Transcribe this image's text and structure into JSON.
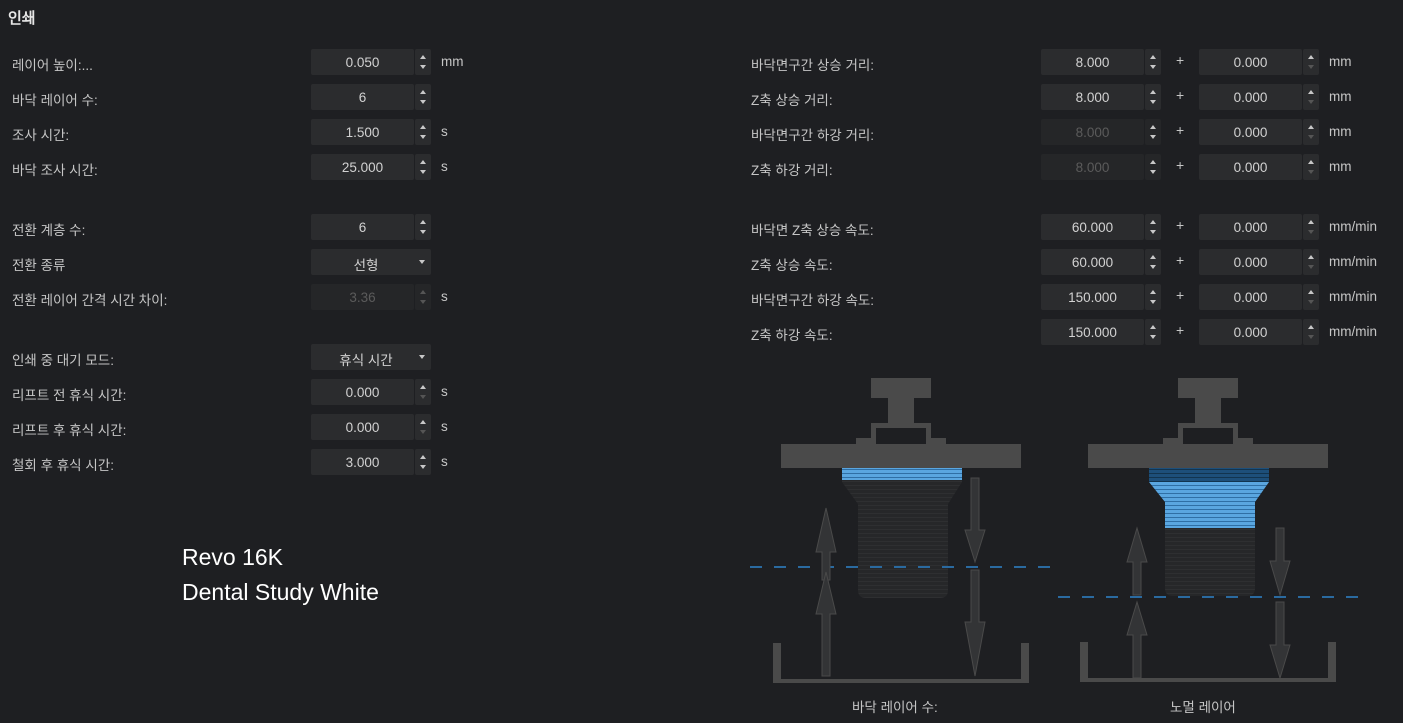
{
  "section": {
    "title": "인쇄"
  },
  "left": {
    "group1": [
      {
        "label": "레이어 높이:...",
        "value": "0.050",
        "unit": "mm",
        "disabled": false,
        "up_enabled": true,
        "down_enabled": true
      },
      {
        "label": "바닥 레이어 수:",
        "value": "6",
        "unit": "",
        "disabled": false,
        "up_enabled": true,
        "down_enabled": true
      },
      {
        "label": "조사 시간:",
        "value": "1.500",
        "unit": "s",
        "disabled": false,
        "up_enabled": true,
        "down_enabled": true
      },
      {
        "label": "바닥 조사 시간:",
        "value": "25.000",
        "unit": "s",
        "disabled": false,
        "up_enabled": true,
        "down_enabled": true
      }
    ],
    "group2": {
      "transition_layers": {
        "label": "전환 계층 수:",
        "value": "6"
      },
      "transition_type": {
        "label": "전환 종류",
        "selected": "선형"
      },
      "transition_time_diff": {
        "label": "전환 레이어 간격 시간 차이:",
        "value": "3.36",
        "unit": "s",
        "disabled": true
      }
    },
    "group3": {
      "wait_mode": {
        "label": "인쇄 중 대기 모드:",
        "selected": "휴식 시간"
      },
      "rows": [
        {
          "label": "리프트 전 휴식 시간:",
          "value": "0.000",
          "unit": "s",
          "down_enabled": false
        },
        {
          "label": "리프트 후 휴식 시간:",
          "value": "0.000",
          "unit": "s",
          "down_enabled": false
        },
        {
          "label": "철회 후 휴식 시간:",
          "value": "3.000",
          "unit": "s",
          "down_enabled": true
        }
      ]
    }
  },
  "right": {
    "plus_sign": "+",
    "distance_rows": [
      {
        "label": "바닥면구간 상승 거리:",
        "value": "8.000",
        "disabled": false,
        "extra": "0.000",
        "unit": "mm"
      },
      {
        "label": "Z축 상승 거리:",
        "value": "8.000",
        "disabled": false,
        "extra": "0.000",
        "unit": "mm"
      },
      {
        "label": "바닥면구간 하강 거리:",
        "value": "8.000",
        "disabled": true,
        "extra": "0.000",
        "unit": "mm"
      },
      {
        "label": "Z축 하강 거리:",
        "value": "8.000",
        "disabled": true,
        "extra": "0.000",
        "unit": "mm"
      }
    ],
    "speed_rows": [
      {
        "label": "바닥면 Z축 상승 속도:",
        "value": "60.000",
        "disabled": false,
        "extra": "0.000",
        "unit": "mm/min"
      },
      {
        "label": "Z축 상승 속도:",
        "value": "60.000",
        "disabled": false,
        "extra": "0.000",
        "unit": "mm/min"
      },
      {
        "label": "바닥면구간 하강 속도:",
        "value": "150.000",
        "disabled": false,
        "extra": "0.000",
        "unit": "mm/min"
      },
      {
        "label": "Z축 하강 속도:",
        "value": "150.000",
        "disabled": false,
        "extra": "0.000",
        "unit": "mm/min"
      }
    ]
  },
  "diagrams": {
    "bottom_layers_caption": "바닥 레이어 수:",
    "normal_layer_caption": "노멀 레이어"
  },
  "watermark": {
    "line1": "Revo 16K",
    "line2": "Dental Study White"
  },
  "colors": {
    "background": "#1e1f22",
    "field": "#2b2c2e",
    "accent_blue": "#5aa6e0",
    "dashed_line": "#2a6aa0",
    "diagram_gray": "#4a4a4a"
  }
}
